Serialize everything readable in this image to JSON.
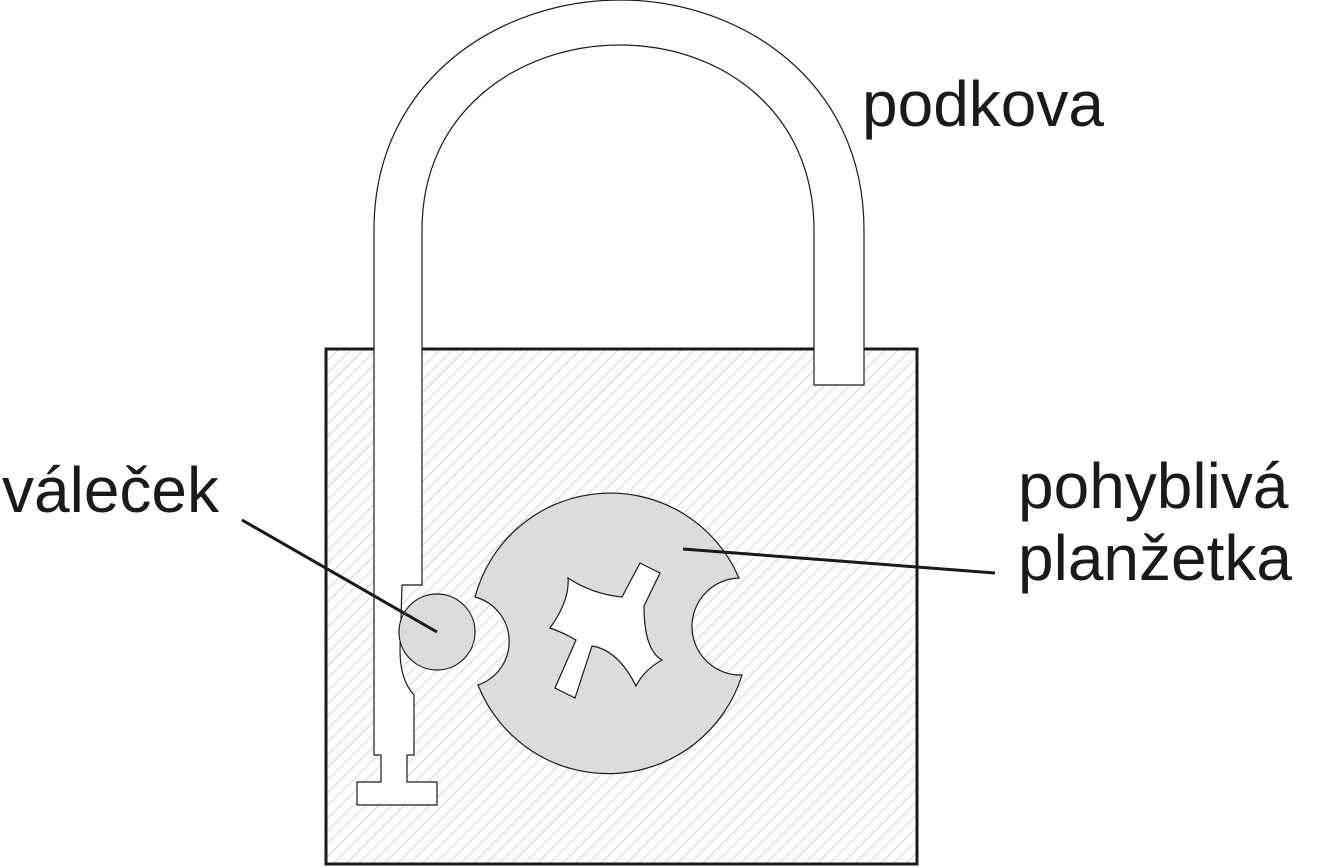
{
  "labels": {
    "shackle": "podkova",
    "roller": "váleček",
    "plate_line1": "pohyblivá",
    "plate_line2": "planžetka"
  },
  "colors": {
    "outline": "#1a1a1a",
    "hatch": "#b8b8b8",
    "part_fill": "#dcdcdc",
    "background": "#ffffff"
  }
}
